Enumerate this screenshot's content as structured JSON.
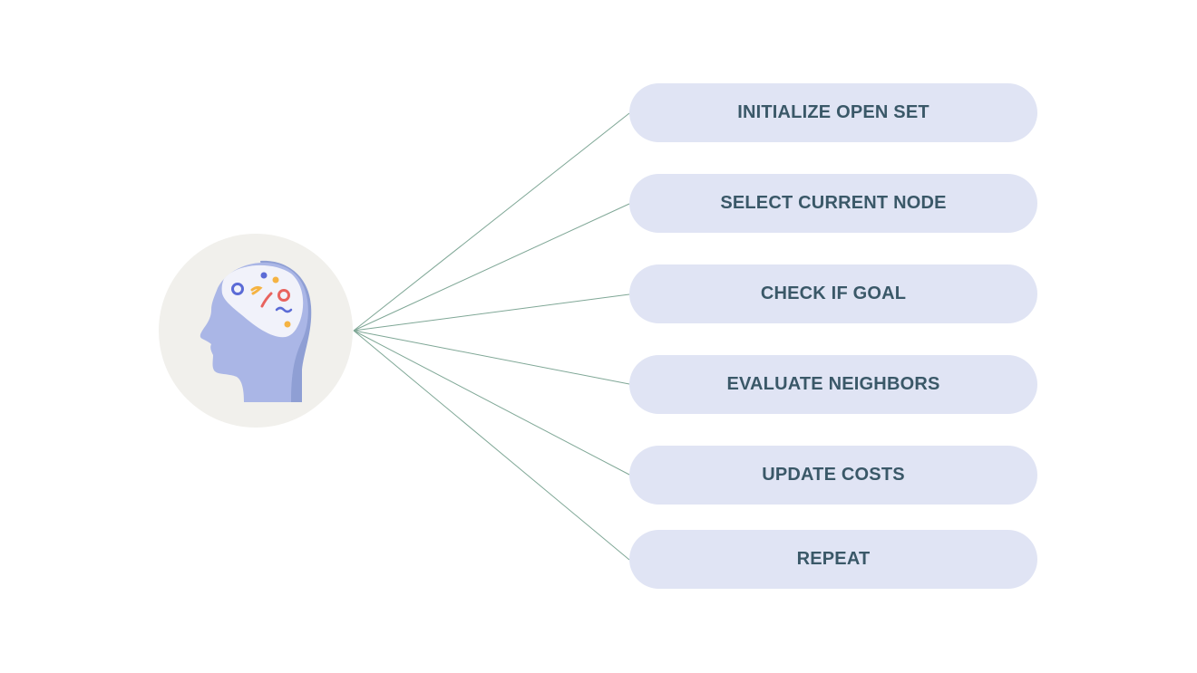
{
  "diagram": {
    "hub_icon": "head-with-brain-icon",
    "connector_color": "#7fa796",
    "box_fill": "#e0e4f4",
    "label_color": "#3a5868",
    "steps": [
      {
        "label": "INITIALIZE OPEN SET"
      },
      {
        "label": "SELECT CURRENT NODE"
      },
      {
        "label": "CHECK IF GOAL"
      },
      {
        "label": "EVALUATE NEIGHBORS"
      },
      {
        "label": "UPDATE COSTS"
      },
      {
        "label": "REPEAT"
      }
    ]
  }
}
